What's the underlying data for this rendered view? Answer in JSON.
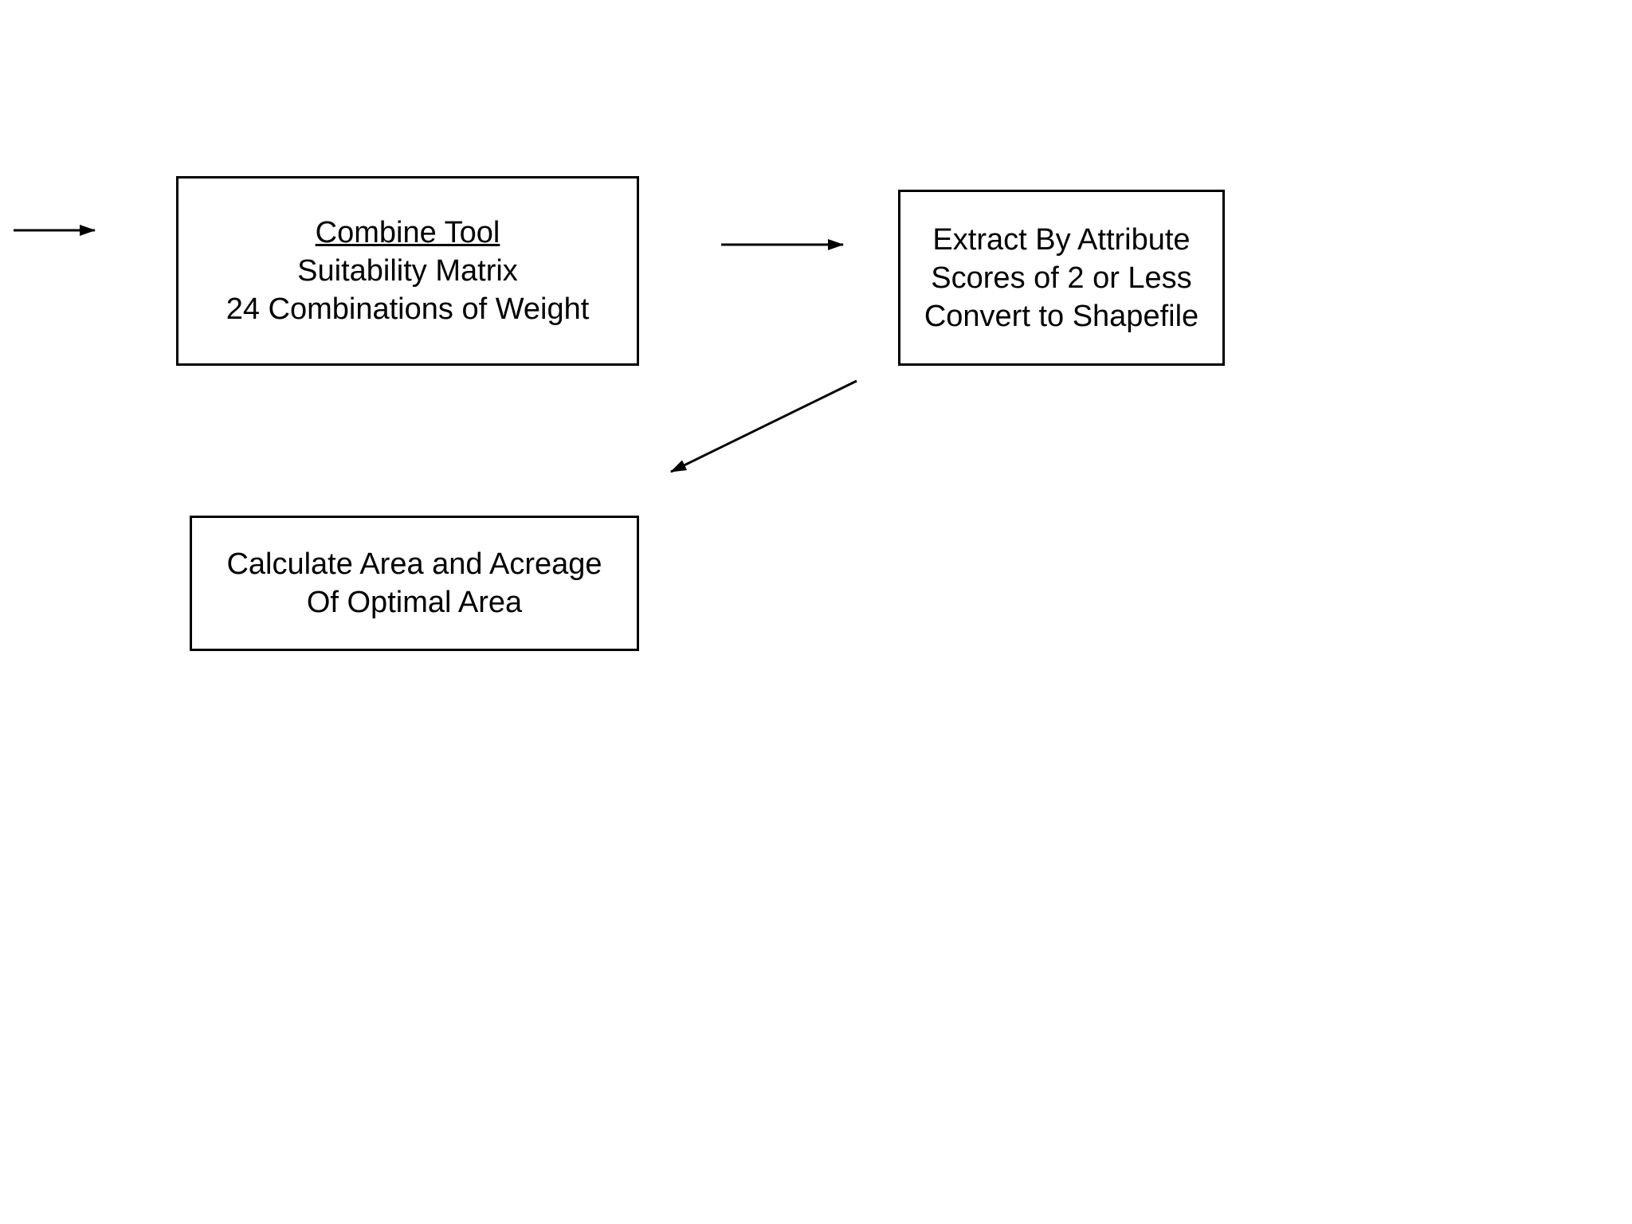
{
  "diagram": {
    "background_color": "#ffffff",
    "line_color": "#000000",
    "boxes": [
      {
        "id": "combine-tool",
        "lines": [
          "Combine Tool",
          "Suitability Matrix",
          "24 Combinations of Weight"
        ],
        "first_line_underlined": true
      },
      {
        "id": "extract-by-attribute",
        "lines": [
          "Extract By Attribute",
          "Scores of 2 or Less",
          "Convert to Shapefile"
        ],
        "first_line_underlined": false
      },
      {
        "id": "calculate-area",
        "lines": [
          "Calculate Area and Acreage",
          "Of Optimal Area"
        ],
        "first_line_underlined": false
      }
    ],
    "arrows": [
      {
        "id": "arrow-from-left-edge",
        "from": "off-canvas-left",
        "to": "combine-tool",
        "direction": "right"
      },
      {
        "id": "arrow-combine-to-extract",
        "from": "combine-tool",
        "to": "extract-by-attribute",
        "direction": "right"
      },
      {
        "id": "arrow-extract-to-calculate",
        "from": "extract-by-attribute",
        "to": "calculate-area",
        "direction": "down-left"
      }
    ]
  }
}
